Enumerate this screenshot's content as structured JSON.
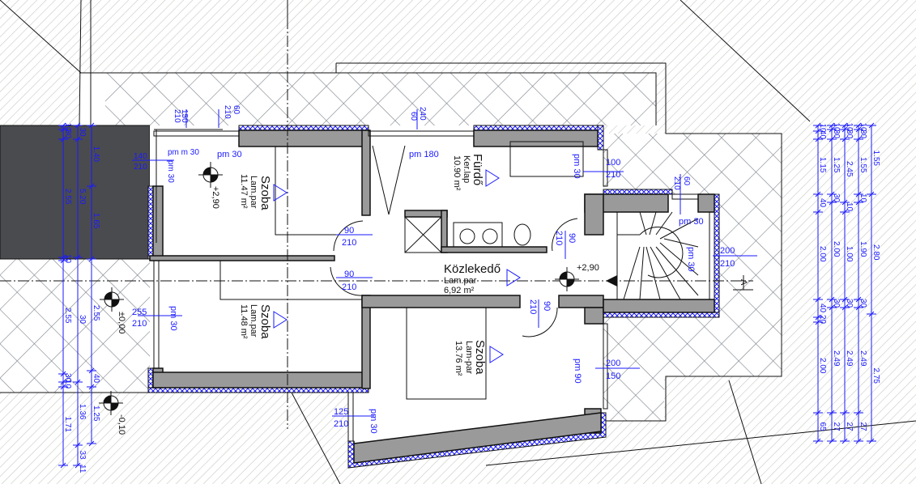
{
  "colors": {
    "dimension": "#1a1aff",
    "wall": "#9a9a9a",
    "dark_block": "#4a4b4f",
    "hatch": "#c8cfc4"
  },
  "rooms": [
    {
      "name": "Szoba",
      "floor": "Lam.par",
      "area": "11.47 m²",
      "elevation": "+2,90"
    },
    {
      "name": "Fürdő",
      "floor": "Ker.lap",
      "area": "10.90 m²"
    },
    {
      "name": "Közlekedő",
      "floor": "Lam.par",
      "area": "6,92 m²",
      "elevation": "+2,90"
    },
    {
      "name": "Szoba",
      "floor": "Lam.par",
      "area": "11.48 m²"
    },
    {
      "name": "Szoba",
      "floor": "Lam-par",
      "area": "13.76 m²"
    }
  ],
  "elevations": {
    "ground": "±0,00",
    "outside": "-0,10"
  },
  "section_mark": "A",
  "openings": {
    "w1": {
      "w": "150",
      "h": "210"
    },
    "w2": {
      "w": "210",
      "h": "60",
      "sill": "pm 30"
    },
    "w3": {
      "w": "140",
      "h": "210",
      "sill": "pm 30",
      "sill2": "pm m 30"
    },
    "w4": {
      "w": "240",
      "h": "60",
      "sill": "pm 180"
    },
    "w5": {
      "w": "100",
      "h": "210",
      "sill": "pm 30"
    },
    "w6": {
      "w": "210",
      "h": "60",
      "sill": "pm 30"
    },
    "w7": {
      "w": "200",
      "h": "210",
      "sill": "pm 30"
    },
    "w8": {
      "w": "255",
      "h": "210",
      "sill": "pm 30"
    },
    "w9": {
      "w": "200",
      "h": "150",
      "sill": "pm 90"
    },
    "w10": {
      "w": "125",
      "h": "210",
      "sill": "pm 30"
    },
    "d1": {
      "w": "90",
      "h": "210"
    },
    "d2": {
      "w": "90",
      "h": "210"
    },
    "d3": {
      "w": "90",
      "h": "210"
    },
    "d4": {
      "w": "90",
      "h": "210"
    }
  },
  "dims_left": [
    [
      "10",
      "30",
      "2.55",
      "10",
      "2.55",
      "30",
      "10",
      "1.71"
    ],
    [
      "30",
      "5.20",
      "30",
      "1.36",
      "33",
      "11"
    ],
    [
      "1.40",
      "1.65",
      "2.55",
      "40",
      "1.25"
    ]
  ],
  "dims_right": [
    [
      "10",
      "40",
      "1.15",
      "40",
      "2.00",
      "40",
      "20",
      "2.00",
      "65"
    ],
    [
      "10",
      "30",
      "1.25",
      "30",
      "2.00",
      "30",
      "2.49",
      "27"
    ],
    [
      "10",
      "30",
      "2.45",
      "10",
      "1.00",
      "30",
      "2.49",
      "27"
    ],
    [
      "10",
      "30",
      "1.55",
      "10",
      "1.90",
      "30",
      "2.49",
      "27"
    ],
    [
      "1.55",
      "2.80",
      "2.75"
    ]
  ]
}
